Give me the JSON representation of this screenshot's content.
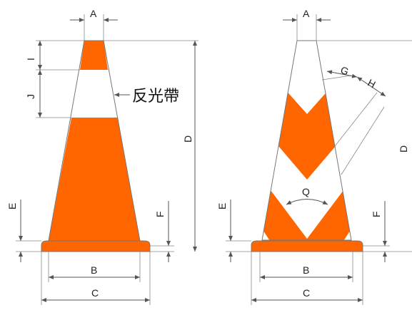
{
  "colors": {
    "cone": "#ff6600",
    "band": "#ffffff",
    "line": "#555555"
  },
  "labels": {
    "reflective_band": "反光帶"
  },
  "left_cone": {
    "dims": {
      "A": "A",
      "I": "I",
      "J": "J",
      "D": "D",
      "E": "E",
      "F": "F",
      "B": "B",
      "C": "C"
    }
  },
  "right_cone": {
    "dims": {
      "A": "A",
      "G": "G",
      "H": "H",
      "D": "D",
      "E": "E",
      "F": "F",
      "B": "B",
      "C": "C",
      "Q": "Q"
    }
  }
}
